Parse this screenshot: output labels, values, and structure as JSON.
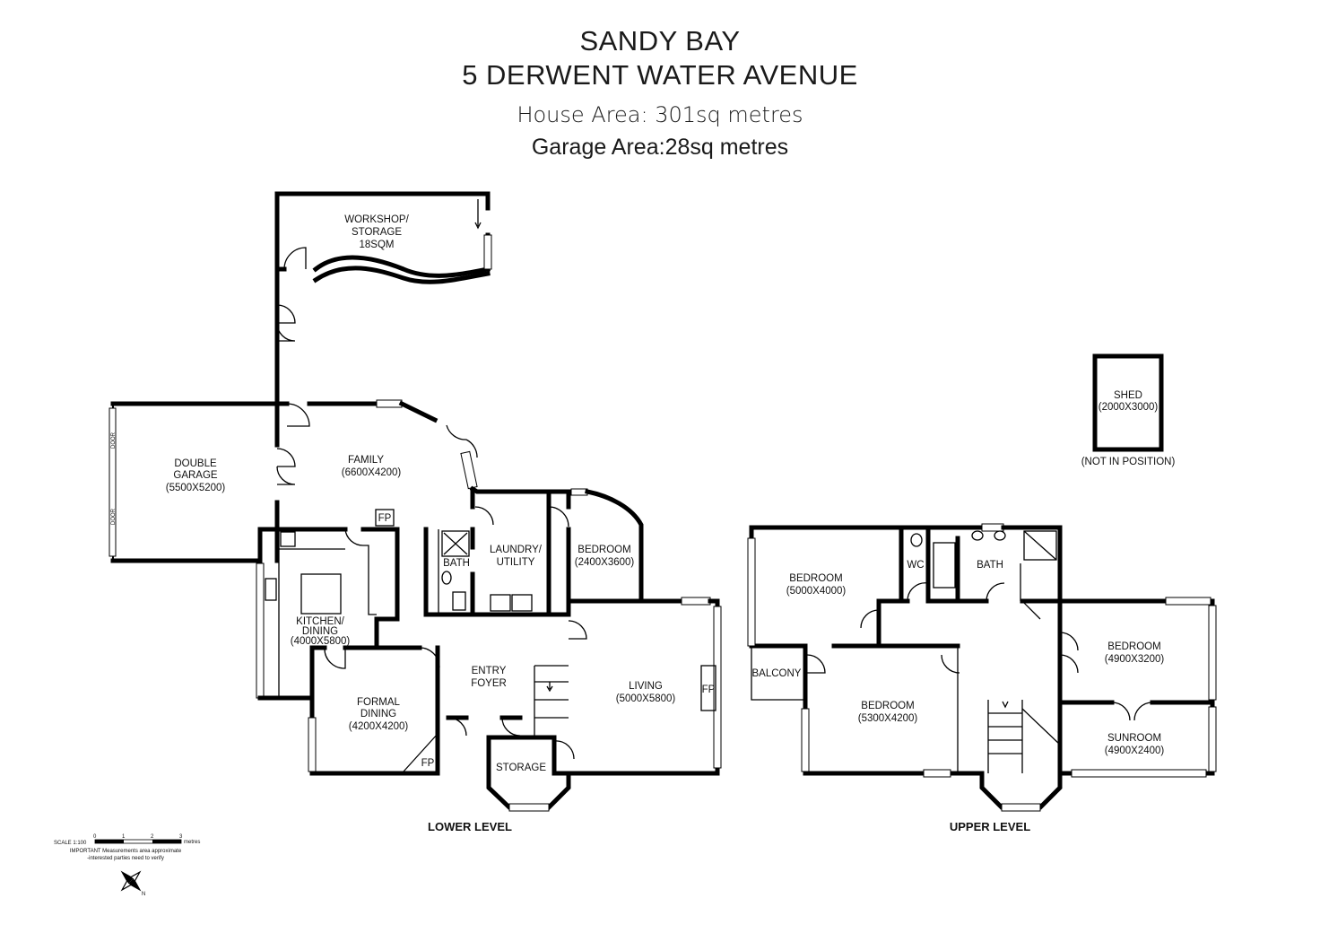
{
  "header": {
    "suburb": "SANDY BAY",
    "address": "5 DERWENT WATER AVENUE",
    "house_area": "House Area: 301sq metres",
    "garage_area": "Garage Area:28sq metres"
  },
  "rooms": {
    "workshop": [
      "WORKSHOP/",
      "STORAGE",
      "18SQM"
    ],
    "garage": [
      "DOUBLE",
      "GARAGE",
      "(5500X5200)"
    ],
    "garage_door": "DOOR",
    "family": [
      "FAMILY",
      "(6600X4200)"
    ],
    "fp": "FP",
    "bath": "BATH",
    "laundry": [
      "LAUNDRY/",
      "UTILITY"
    ],
    "bedroom_lower": [
      "BEDROOM",
      "(2400X3600)"
    ],
    "kitchen": [
      "KITCHEN/",
      "DINING",
      "(4000X5800)"
    ],
    "entry": [
      "ENTRY",
      "FOYER"
    ],
    "living": [
      "LIVING",
      "(5000X5800)"
    ],
    "formal_dining": [
      "FORMAL",
      "DINING",
      "(4200X4200)"
    ],
    "storage": "STORAGE",
    "shed": [
      "SHED",
      "(2000X3000)"
    ],
    "shed_note": "(NOT IN POSITION)",
    "bedroom_up1": [
      "BEDROOM",
      "(5000X4000)"
    ],
    "wc": "WC",
    "bath_up": "BATH",
    "bedroom_up2": [
      "BEDROOM",
      "(4900X3200)"
    ],
    "balcony": "BALCONY",
    "bedroom_up3": [
      "BEDROOM",
      "(5300X4200)"
    ],
    "sunroom": [
      "SUNROOM",
      "(4900X2400)"
    ]
  },
  "levels": {
    "lower": "LOWER LEVEL",
    "upper": "UPPER LEVEL"
  },
  "scale": {
    "label": "SCALE 1:100",
    "ticks": [
      "0",
      "1",
      "2",
      "3"
    ],
    "unit": "metres",
    "note1": "IMPORTANT Measurements area approximate",
    "note2": "-interested parties need to verify",
    "north": "N"
  }
}
